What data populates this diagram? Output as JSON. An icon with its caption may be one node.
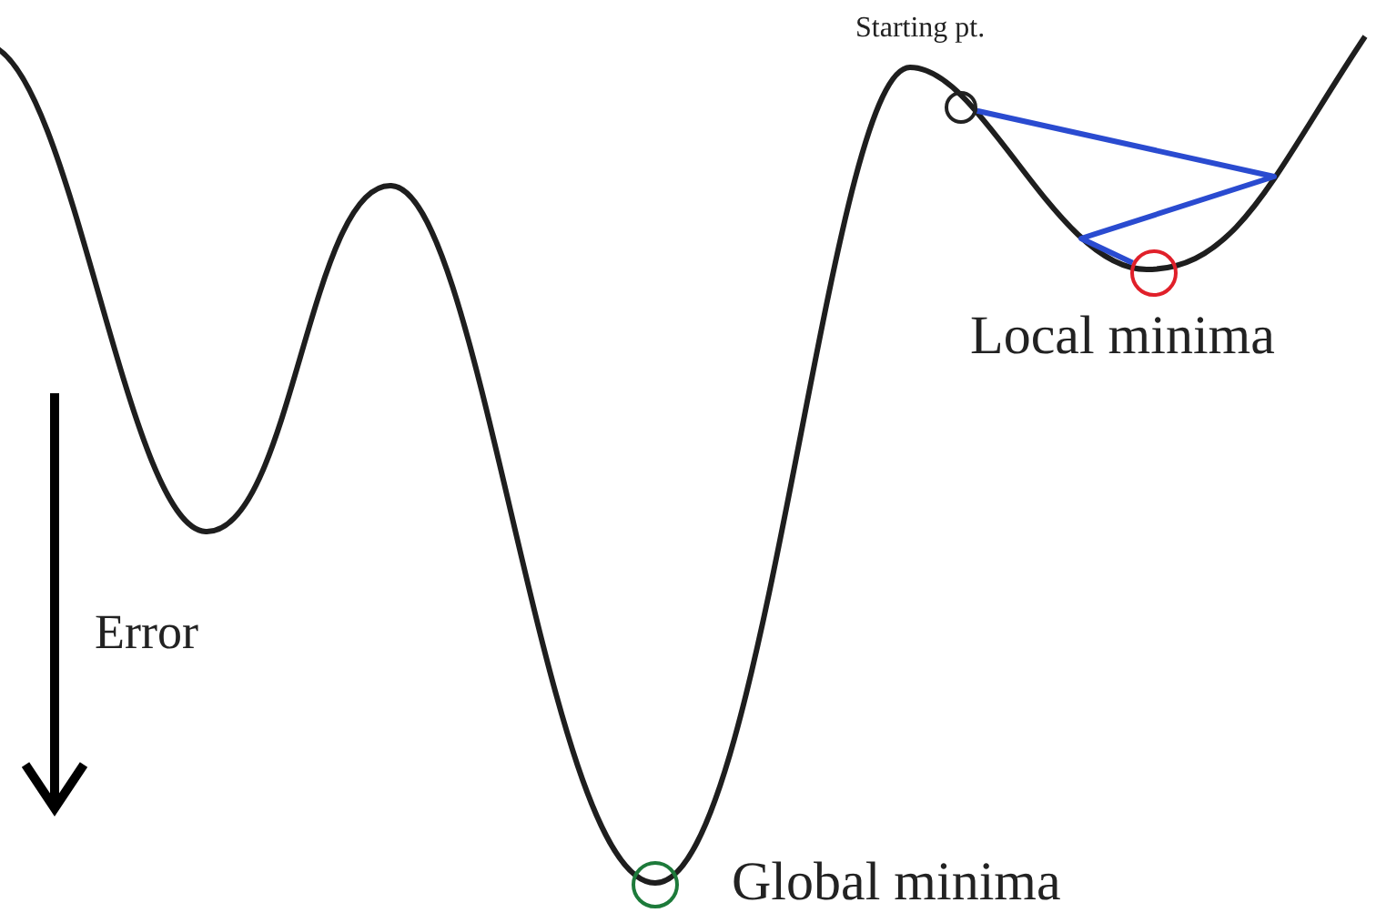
{
  "diagram": {
    "nodes": [
      {
        "text": [],
        "shape": "circle",
        "beside": [
          "Starting pt."
        ]
      },
      {
        "text": [],
        "shape": "circle",
        "beside": [
          "Local minima"
        ]
      },
      {
        "text": [],
        "shape": "circle",
        "beside": [
          "Global minima"
        ]
      }
    ],
    "edges": [
      {
        "from": 0,
        "to": 1,
        "arrow": "none"
      }
    ],
    "labels": [
      "Error"
    ]
  }
}
